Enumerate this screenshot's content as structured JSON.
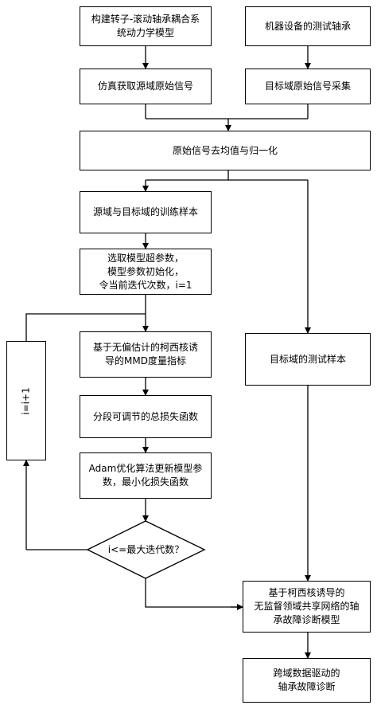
{
  "nodes": {
    "build_model": "构建转子-滚动轴承耦合系\n统动力学模型",
    "test_bearing": "机器设备的测试轴承",
    "sim_source": "仿真获取源域原始信号",
    "target_collect": "目标域原始信号采集",
    "normalize": "原始信号去均值与归一化",
    "train_samples": "源域与目标域的训练样本",
    "select_params": "选取模型超参数，\n模型参数初始化，\n令当前迭代次数，i=1",
    "mmd_metric": "基于无偏估计的柯西核诱\n导的MMD度量指标",
    "target_test": "目标域的测试样本",
    "loss_fn": "分段可调节的总损失函数",
    "adam": "Adam优化算法更新模型参\n数，最小化损失函数",
    "loop_counter": "i=i+1",
    "decision": "i<=最大迭代数？",
    "diag_model": "基于柯西核诱导的\n无监督领域共享网络的轴\n承故障诊断模型",
    "final": "跨域数据驱动的\n轴承故障诊断"
  }
}
